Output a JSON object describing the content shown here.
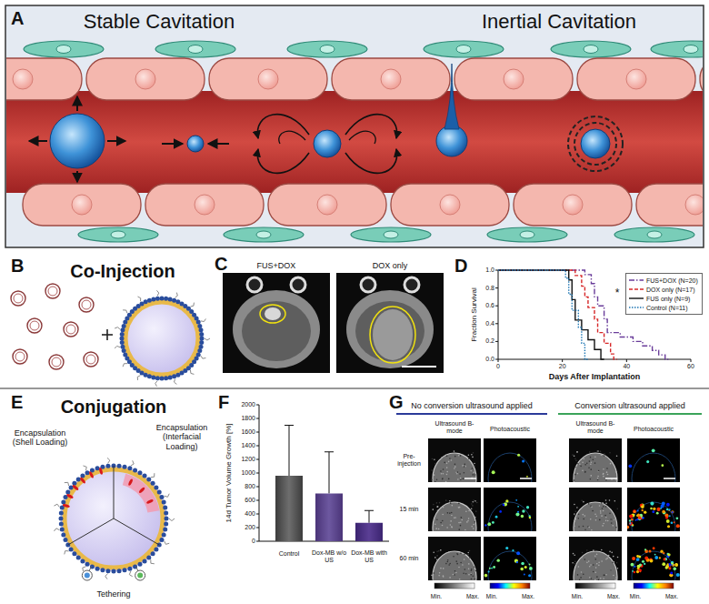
{
  "diagram": {
    "labels": [
      "A",
      "Stable Cavitation",
      "Inertial Cavitation",
      "B",
      "Co-Injection",
      "C",
      "FUS+DOX",
      "DOX only",
      "D",
      "Fraction Survival",
      "Days After Implantation",
      "0.0",
      "0.2",
      "0.4",
      "0.6",
      "0.8",
      "1.0",
      "0",
      "20",
      "40",
      "60",
      "*",
      "E",
      "Conjugation",
      "Encapsulation (Shell Loading)",
      "Encapsulation (Interfacial Loading)",
      "Tethering",
      "F",
      "14d Tumor Volume Growth [%]",
      "0",
      "200",
      "400",
      "600",
      "800",
      "1000",
      "1200",
      "1400",
      "1600",
      "1800",
      "2000",
      "Control",
      "Dox-MB w/o US",
      "Dox-MB with US",
      "G",
      "No conversion ultrasound applied",
      "Conversion ultrasound applied",
      "Ultrasound B-mode",
      "Photoacoustic",
      "Ultrasound B-mode",
      "Photoacoustic",
      "Pre-injection",
      "15 min",
      "60 min",
      "Min.",
      "Max.",
      "Min.",
      "Max.",
      "Min.",
      "Max.",
      "Min.",
      "Max."
    ],
    "legend": [
      {
        "text": "FUS+DOX (N=20)"
      },
      {
        "text": "DOX only (N=17)"
      },
      {
        "text": "FUS only (N=9)"
      },
      {
        "text": "Control (N=11)"
      }
    ]
  }
}
